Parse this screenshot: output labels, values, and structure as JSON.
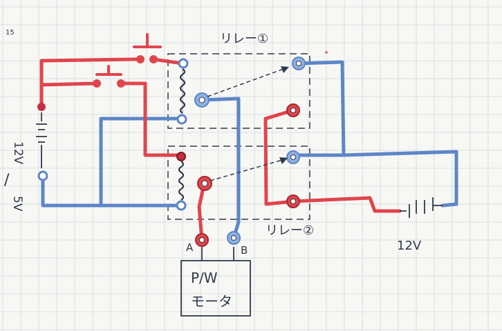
{
  "page": {
    "number": "15"
  },
  "relay1": {
    "label": "リレー①"
  },
  "relay2": {
    "label": "リレー②"
  },
  "battery_left": {
    "label_top": "12V",
    "divider": "/",
    "label_bottom": "5V"
  },
  "battery_right": {
    "label": "12V"
  },
  "motor": {
    "line1": "P/W",
    "line2": "モータ",
    "terminal_a": "A",
    "terminal_b": "B"
  },
  "colors": {
    "red_wire": "#e0454c",
    "blue_wire": "#5d86c6",
    "ink": "#2f3a4a",
    "grid": "#cfd8e0",
    "paper": "#f7f7f4"
  }
}
